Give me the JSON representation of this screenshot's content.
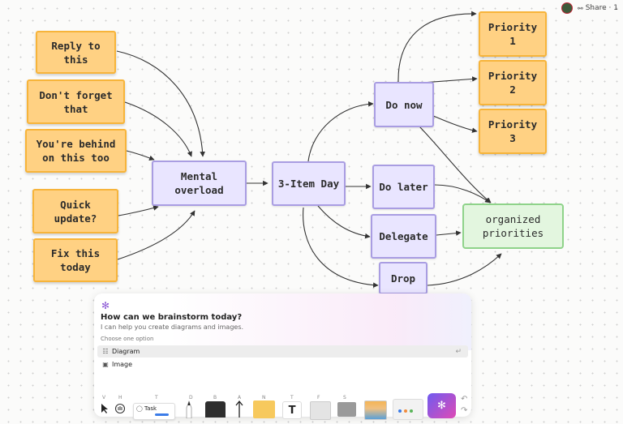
{
  "topbar": {
    "share_label": "Share · 1"
  },
  "sticky_notes": [
    "Reply to this",
    "Don't forget that",
    "You're behind on this too",
    "Quick update?",
    "Fix this today"
  ],
  "nodes": {
    "mental": "Mental overload",
    "day": "3-Item Day",
    "do_now": "Do now",
    "do_later": "Do later",
    "delegate": "Delegate",
    "drop": "Drop",
    "priority_1": "Priority 1",
    "priority_2": "Priority 2",
    "priority_3": "Priority 3",
    "organized": "organized priorities"
  },
  "ai_panel": {
    "icon": "sparkle-icon",
    "title": "How can we brainstorm today?",
    "subtitle": "I can help you create diagrams and images.",
    "choose_label": "Choose one option",
    "options": [
      {
        "label": "Diagram",
        "icon": "diagram-icon"
      },
      {
        "label": "Image",
        "icon": "image-icon"
      }
    ]
  },
  "toolbar": {
    "shortcuts": [
      "V",
      "H",
      "T",
      "D",
      "B",
      "A",
      "N",
      "T",
      "F",
      "S"
    ],
    "task_card_label": "Task"
  },
  "colors": {
    "sticky": "#ffd183",
    "sticky_border": "#f7b43a",
    "node_purple": "#e9e5ff",
    "node_border": "#a99de2",
    "green": "#e3f6df",
    "accent": "#8d5bd6"
  }
}
